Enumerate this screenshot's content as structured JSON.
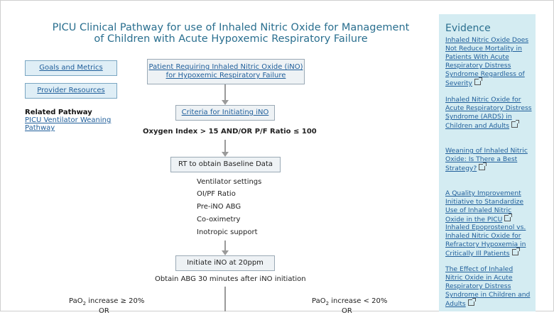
{
  "header": {
    "title_line1": "PICU Clinical Pathway for use of Inhaled Nitric Oxide for Management",
    "title_line2": "of Children with Acute Hypoxemic Respiratory Failure"
  },
  "nav": {
    "goals_label": "Goals and Metrics",
    "provider_label": "Provider Resources",
    "related_heading": "Related Pathway",
    "related_link_line1": "PICU Ventilator Weaning",
    "related_link_line2": "Pathway"
  },
  "flow": {
    "start_line1": "Patient Requiring Inhaled Nitric Oxide (iNO)",
    "start_line2": "for Hypoxemic Respiratory Failure",
    "criteria_label": "Criteria for Initiating iNO",
    "criteria_text": "Oxygen Index > 15 AND/OR P/F Ratio ≤ 100",
    "rt_label": "RT to obtain Baseline Data",
    "baseline_items": [
      "Ventilator settings",
      "OI/PF Ratio",
      "Pre-iNO ABG",
      "Co-oximetry",
      "Inotropic support"
    ],
    "initiate_label": "Initiate iNO at 20ppm",
    "abg_text": "Obtain ABG 30 minutes after iNO initiation",
    "left_branch": {
      "pre": "PaO",
      "sub": "2",
      "post": " increase ≥ 20%",
      "next": "OR"
    },
    "right_branch": {
      "pre": "PaO",
      "sub": "2",
      "post": " increase < 20%",
      "next": "OR"
    }
  },
  "evidence": {
    "heading": "Evidence",
    "items": [
      "Inhaled Nitric Oxide Does Not Reduce Mortality in Patients With Acute Respiratory Distress Syndrome Regardless of Severity",
      "Inhaled Nitric Oxide for Acute Respiratory Distress Syndrome (ARDS) in Children and Adults",
      "Weaning of Inhaled Nitric Oxide: Is There a Best Strategy?",
      "A Quality Improvement Initiative to Standardize Use of Inhaled Nitric Oxide in the PICU",
      "Inhaled Epoprostenol vs. Inhaled Nitric Oxide for Refractory Hypoxemia in Critically Ill Patients",
      "The Effect of Inhaled Nitric Oxide in Acute Respiratory Distress Syndrome in Children and Adults"
    ]
  },
  "colors": {
    "accent": "#2a6f8f",
    "link": "#1f5e9a",
    "panel": "#d4ecf2",
    "box": "#eef2f5"
  },
  "icons": [
    "external-link-icon"
  ]
}
